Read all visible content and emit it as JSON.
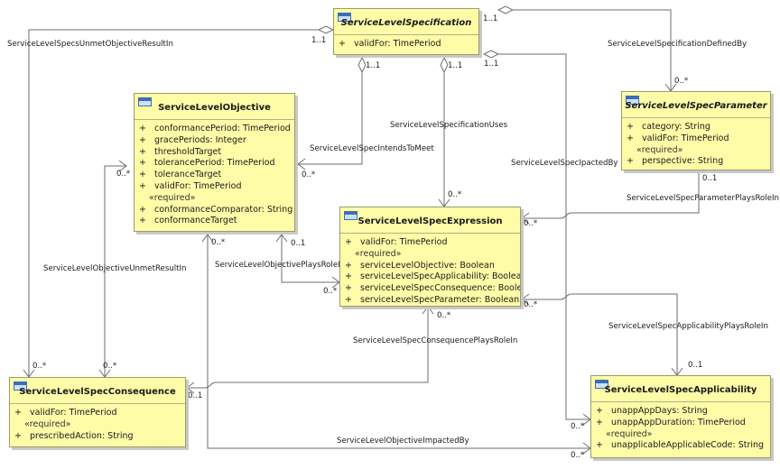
{
  "classes": {
    "slspec": {
      "name": "ServiceLevelSpecification",
      "attributes": [
        "validFor: TimePeriod"
      ]
    },
    "slo": {
      "name": "ServiceLevelObjective",
      "attributes": [
        "conformancePeriod: TimePeriod",
        "gracePeriods: Integer",
        "thresholdTarget",
        "tolerancePeriod: TimePeriod",
        "toleranceTarget",
        "validFor: TimePeriod"
      ],
      "stereotype": "«required»",
      "required": [
        "conformanceComparator: String",
        "conformanceTarget"
      ]
    },
    "param": {
      "name": "ServiceLevelSpecParameter",
      "attributes": [
        "category: String",
        "validFor: TimePeriod"
      ],
      "stereotype": "«required»",
      "required": [
        "perspective: String"
      ]
    },
    "expr": {
      "name": "ServiceLevelSpecExpression",
      "attributes": [
        "validFor: TimePeriod"
      ],
      "stereotype": "«required»",
      "required": [
        "serviceLevelObjective: Boolean",
        "serviceLevelSpecApplicability: Boolean",
        "serviceLevelSpecConsequence: Boolean",
        "serviceLevelSpecParameter: Boolean"
      ]
    },
    "cons": {
      "name": "ServiceLevelSpecConsequence",
      "attributes": [
        "validFor: TimePeriod"
      ],
      "stereotype": "«required»",
      "required": [
        "prescribedAction: String"
      ]
    },
    "appl": {
      "name": "ServiceLevelSpecApplicability",
      "attributes": [
        "unappAppDays: String",
        "unappAppDuration: TimePeriod"
      ],
      "stereotype": "«required»",
      "required": [
        "unapplicableApplicableCode: String"
      ]
    }
  },
  "visibility": "+",
  "associations": {
    "unmetObjectiveResultIn": "ServiceLevelSpecsUnmetObjectiveResultIn",
    "definedBy": "ServiceLevelSpecificationDefinedBy",
    "intendsToMeet": "ServiceLevelSpecIntendsToMeet",
    "specUses": "ServiceLevelSpecificationUses",
    "impactedBy": "ServiceLevelSpecIpactedBy",
    "paramPlaysRoleIn": "ServiceLevelSpecParameterPlaysRoleIn",
    "objUnmetResultIn": "ServiceLevelObjectiveUnmetResultIn",
    "objPlaysRoleIn": "ServiceLevelObjectivePlaysRoleIn",
    "consPlaysRoleIn": "ServiceLevelSpecConsequencePlaysRoleIn",
    "applPlaysRoleIn": "ServiceLevelSpecApplicabilityPlaysRoleIn",
    "objImpactedBy": "ServiceLevelObjectiveImpactedBy"
  },
  "multiplicities": {
    "one_to_one": "1..1",
    "zero_to_one": "0..1",
    "zero_to_many": "0..*"
  },
  "colors": {
    "class_fill": "#fffca8",
    "class_border": "#9c9c6a",
    "line": "#707070",
    "icon": "#3b6fb6"
  }
}
